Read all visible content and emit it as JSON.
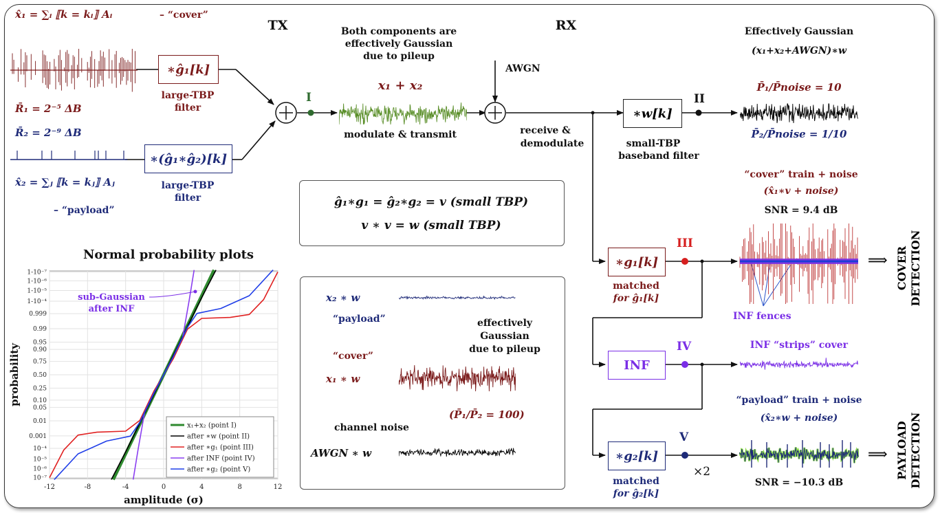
{
  "header": {
    "tx": "TX",
    "rx": "RX"
  },
  "tx": {
    "cover_eq": "x̂₁ = ∑ᵢ ⟦k = kᵢ⟧ Aᵢ",
    "cover_tag": "– “cover”",
    "rate1": "R̄₁ = 2⁻⁵ ΔB",
    "rate2": "R̄₂ = 2⁻⁹ ΔB",
    "payload_eq": "x̂₂ = ∑ⱼ ⟦k = kⱼ⟧ Aⱼ",
    "payload_tag": "– “payload”",
    "filter1": "∗ĝ₁[k]",
    "filter2": "∗(ĝ₁∗ĝ₂)[k]",
    "filter_caption_a": "large-TBP",
    "filter_caption_b": "filter",
    "point_i": "I",
    "gauss_line1": "Both components are",
    "gauss_line2": "effectively Gaussian",
    "gauss_line3": "due to pileup",
    "sum": "x₁ + x₂",
    "modulate": "modulate & transmit"
  },
  "rx": {
    "awgn": "AWGN",
    "receive_a": "receive &",
    "receive_b": "demodulate",
    "w_filter": "∗w[k]",
    "w_caption_a": "small-TBP",
    "w_caption_b": "baseband filter",
    "point_ii": "II",
    "eff_gauss": "Effectively Gaussian",
    "eff_expr": "(x₁+x₂+AWGN)∗w",
    "p1_ratio": "P̄₁/P̄noise = 10",
    "p2_ratio": "P̄₂/P̄noise = 1/10",
    "cover_train": "“cover” train + noise",
    "cover_expr": "(x̂₁∗v + noise)",
    "snr_cover": "SNR = 9.4 dB",
    "g1_filter": "∗g₁[k]",
    "point_iii": "III",
    "matched_a": "matched",
    "matched_g1": "for ĝ₁[k]",
    "inf_fences": "INF fences",
    "cover_detection_a": "COVER",
    "cover_detection_b": "DETECTION",
    "inf_box": "INF",
    "point_iv": "IV",
    "inf_strips": "INF “strips” cover",
    "payload_train": "“payload” train + noise",
    "payload_expr": "(x̂₂∗w + noise)",
    "g2_filter": "∗g₂[k]",
    "point_v": "V",
    "matched_g2": "for ĝ₂[k]",
    "times2": "×2",
    "snr_payload": "SNR = −10.3 dB",
    "payload_detection_a": "PAYLOAD",
    "payload_detection_b": "DETECTION",
    "arrow_glyph": "⟹"
  },
  "identity_box": {
    "line1": "ĝ₁∗g₁ = ĝ₂∗g₂ = v  (small TBP)",
    "line2": "v ∗ v = w  (small TBP)"
  },
  "wave_box": {
    "x2w": "x₂ ∗ w",
    "payload": "“payload”",
    "cover": "“cover”",
    "x1w": "x₁ ∗ w",
    "eff_a": "effectively",
    "eff_b": "Gaussian",
    "eff_c": "due to pileup",
    "ratio": "(P̄₁/P̄₂ = 100)",
    "channel_noise": "channel noise",
    "awgn_w": "AWGN ∗ w"
  },
  "colors": {
    "cover": "#7a1a1a",
    "payload": "#1e2a78",
    "transmit": "#5b8f2a",
    "point_iii": "#d61f1f",
    "inf": "#7a2ee6",
    "payload_halo": "#8fe04a"
  },
  "chart_data": {
    "type": "line",
    "title": "Normal probability plots",
    "xlabel": "amplitude (σ)",
    "ylabel": "probability",
    "xlim": [
      -12,
      12
    ],
    "xticks": [
      -12,
      -8,
      -4,
      0,
      4,
      8,
      12
    ],
    "yticks": [
      "1-10⁻⁷",
      "1-10⁻⁶",
      "1-10⁻⁵",
      "1-10⁻⁴",
      "0.999",
      "0.99",
      "0.95",
      "0.90",
      "0.75",
      "0.50",
      "0.25",
      "0.10",
      "0.05",
      "0.01",
      "0.001",
      "10⁻⁴",
      "10⁻⁵",
      "10⁻⁶",
      "10⁻⁷"
    ],
    "grid": true,
    "legend_position": "bottom-right",
    "annotation": "sub-Gaussian after INF",
    "series": [
      {
        "name": "x₁+x₂ (point I)",
        "color": "#2f8a2f",
        "x": [
          -5.3,
          -4.0,
          -2.0,
          0,
          2.0,
          4.0,
          5.3
        ],
        "z": [
          -5.3,
          -4.0,
          -2.0,
          0,
          2.0,
          4.0,
          5.3
        ]
      },
      {
        "name": "after ∗w (point II)",
        "color": "#000000",
        "x": [
          -5.5,
          -4.0,
          -2.0,
          0,
          2.0,
          4.0,
          5.5
        ],
        "z": [
          -5.3,
          -3.9,
          -1.95,
          0,
          1.95,
          3.9,
          5.3
        ]
      },
      {
        "name": "after ∗g₁ (point III)",
        "color": "#e02020",
        "x": [
          -12,
          -10.5,
          -9,
          -7,
          -4,
          -2.5,
          -1,
          0,
          1,
          2.5,
          4,
          7,
          9,
          10.5,
          12
        ],
        "z": [
          -5.2,
          -3.8,
          -3.05,
          -2.9,
          -2.85,
          -2.3,
          -0.8,
          0,
          0.8,
          2.3,
          2.85,
          2.9,
          3.05,
          3.8,
          5.2
        ]
      },
      {
        "name": "after INF (point IV)",
        "color": "#8a3ef0",
        "x": [
          -3.2,
          -2.7,
          -2.0,
          -1.0,
          0,
          1.0,
          2.0,
          2.7,
          3.2
        ],
        "z": [
          -5.3,
          -3.8,
          -1.9,
          -0.9,
          0,
          0.9,
          1.9,
          3.8,
          5.3
        ]
      },
      {
        "name": "after ∗g₂ (point V)",
        "color": "#1f3ee8",
        "x": [
          -11.5,
          -9,
          -6,
          -3.5,
          -2.5,
          -1,
          0,
          1,
          2.5,
          3.5,
          6,
          9,
          11.5
        ],
        "z": [
          -5.3,
          -4.0,
          -3.35,
          -3.1,
          -2.4,
          -0.9,
          0,
          0.9,
          2.4,
          3.1,
          3.35,
          4.0,
          5.3
        ]
      }
    ]
  }
}
